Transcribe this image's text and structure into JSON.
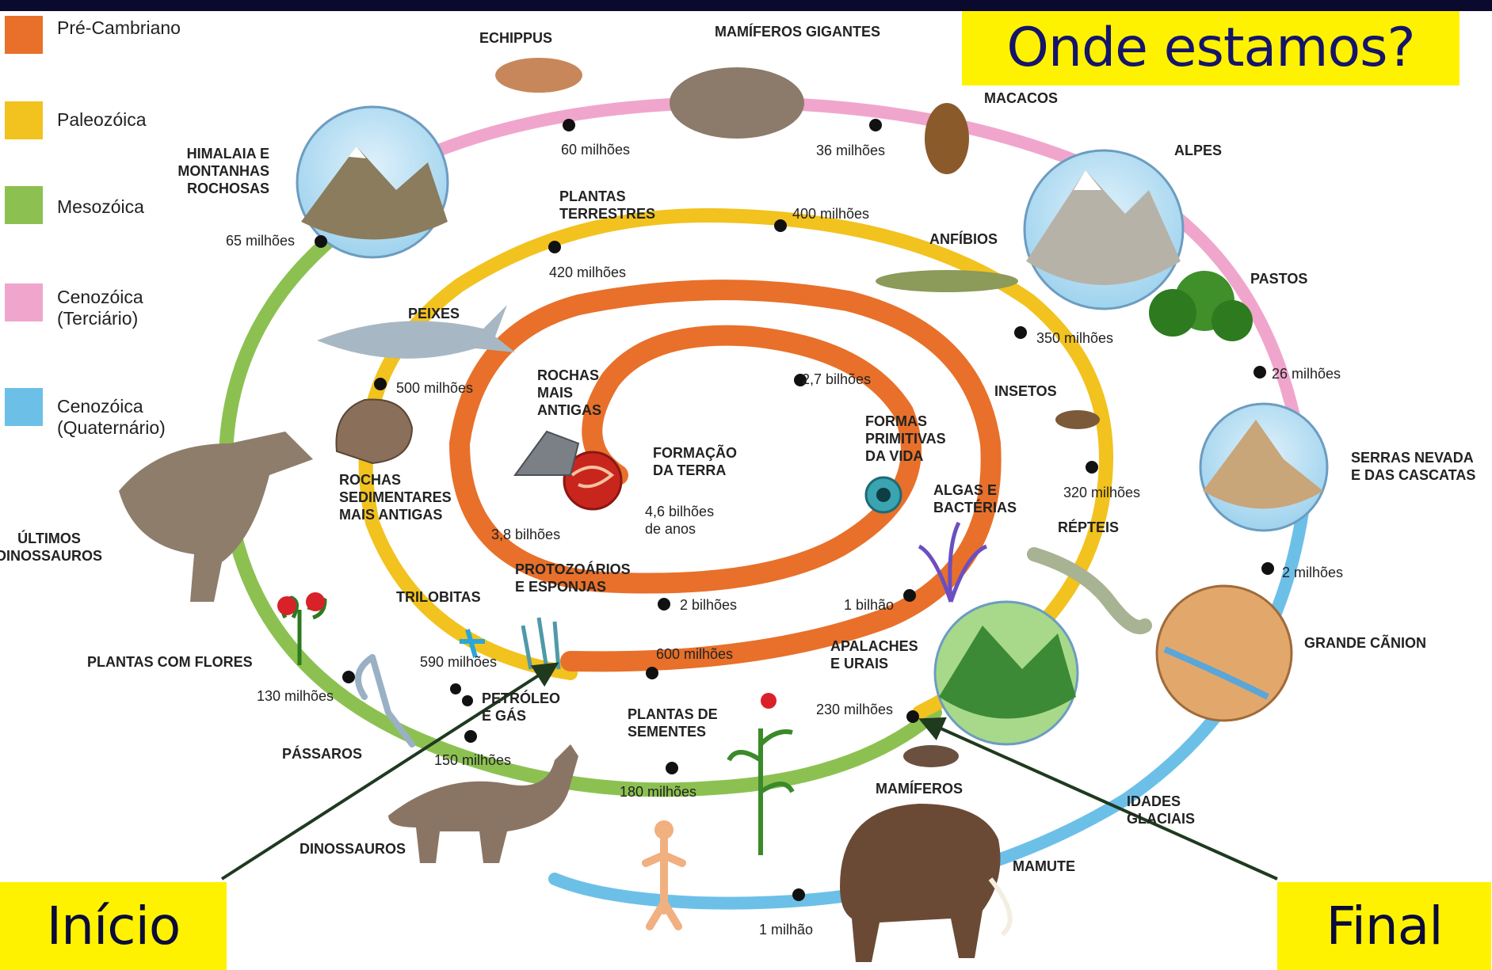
{
  "callouts": {
    "title": "Onde estamos?",
    "start": "Início",
    "end": "Final"
  },
  "legend": [
    {
      "label": "Pré-Cambriano",
      "color": "#e8702a"
    },
    {
      "label": "Paleozóica",
      "color": "#f2c21e"
    },
    {
      "label": "Mesozóica",
      "color": "#8cc152"
    },
    {
      "label": "Cenozóica\n(Terciário)",
      "color": "#f0a6cc"
    },
    {
      "label": "Cenozóica\n(Quaternário)",
      "color": "#6cc0e8"
    }
  ],
  "colors": {
    "precambrian": "#e8702a",
    "paleozoic": "#f2c21e",
    "mesozoic": "#8cc152",
    "cenozoic_tertiary": "#f0a6cc",
    "cenozoic_quaternary": "#6cc0e8",
    "topbar": "#0a0a2e",
    "callout_bg": "#fff200",
    "arrow": "#1f3a1f"
  },
  "labels": {
    "formacao_terra": "FORMAÇÃO\nDA TERRA",
    "age_46": "4,6 bilhões\nde anos",
    "rochas_antigas": "ROCHAS\nMAIS\nANTIGAS",
    "age_38": "3,8 bilhões",
    "age_27": "2,7 bilhões",
    "formas_primitivas": "FORMAS\nPRIMITIVAS\nDA VIDA",
    "algas": "ALGAS E\nBACTÉRIAS",
    "age_2b": "2 bilhões",
    "age_1b": "1 bilhão",
    "protozoarios": "PROTOZOÁRIOS\nE ESPONJAS",
    "age_600": "600 milhões",
    "trilobitas": "TRILOBITAS",
    "age_590": "590 milhões",
    "petroleo": "PETRÓLEO\nE GÁS",
    "rochas_sed": "ROCHAS\nSEDIMENTARES\nMAIS ANTIGAS",
    "age_500": "500 milhões",
    "peixes": "PEIXES",
    "age_420": "420 milhões",
    "plantas_terrestres": "PLANTAS\nTERRESTRES",
    "age_400": "400 milhões",
    "anfibios": "ANFÍBIOS",
    "age_350": "350 milhões",
    "insetos": "INSETOS",
    "age_320": "320 milhões",
    "repteis": "RÉPTEIS",
    "apalaches": "APALACHES\nE URAIS",
    "age_230": "230 milhões",
    "mamiferos": "MAMÍFEROS",
    "plantas_sementes": "PLANTAS DE\nSEMENTES",
    "age_180": "180 milhões",
    "age_150": "150 milhões",
    "passaros": "PÁSSAROS",
    "dinossauros": "DINOSSAUROS",
    "age_130": "130 milhões",
    "plantas_flores": "PLANTAS COM FLORES",
    "ultimos_dino": "ÚLTIMOS\nDINOSSAUROS",
    "age_65": "65 milhões",
    "himalaia": "HIMALAIA E\nMONTANHAS\nROCHOSAS",
    "echippus": "ECHIPPUS",
    "age_60": "60 milhões",
    "mamiferos_gigantes": "MAMÍFEROS GIGANTES",
    "age_36": "36 milhões",
    "macacos": "MACACOS",
    "alpes": "ALPES",
    "pastos": "PASTOS",
    "age_26": "26 milhões",
    "serras": "SERRAS NEVADA\nE DAS CASCATAS",
    "age_2m": "2 milhões",
    "grande_canion": "GRANDE CÃNION",
    "idades_glaciais": "IDADES\nGLACIAIS",
    "mamute": "MAMUTE",
    "age_1m": "1 milhão"
  }
}
